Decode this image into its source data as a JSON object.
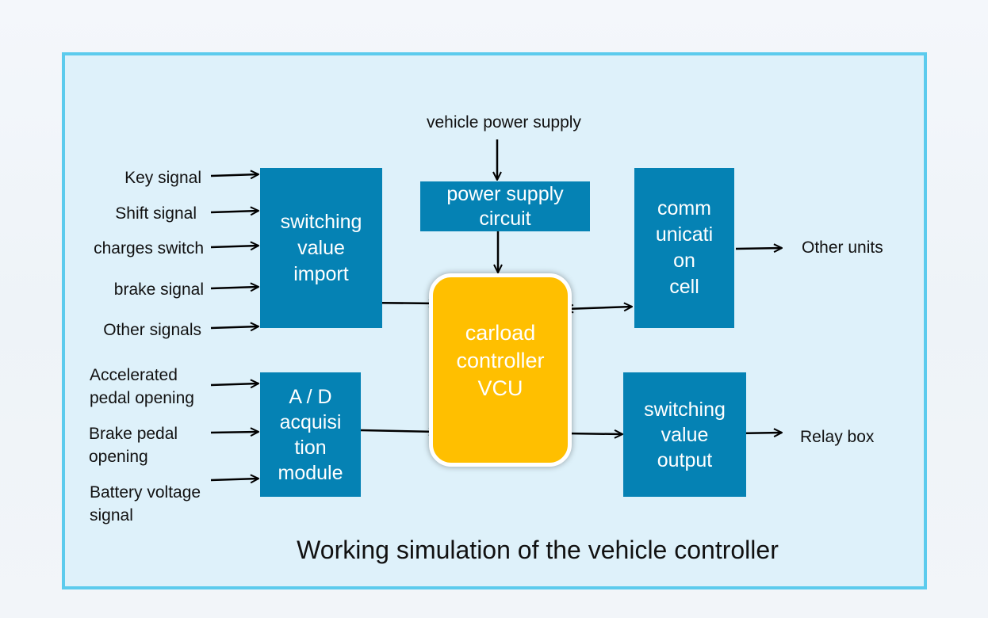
{
  "diagram": {
    "caption": "Working simulation of the vehicle controller",
    "boxes": {
      "switching_import": "switching\nvalue\nimport",
      "power_supply": "power supply\ncircuit",
      "communication": "comm\nunicati\non\ncell",
      "ad_module": "A / D\nacquisi\ntion\nmodule",
      "vcu": "carload\ncontroller\nVCU",
      "switching_output": "switching\nvalue\noutput"
    },
    "labels": {
      "vehicle_power": "vehicle power supply",
      "key_signal": "Key signal",
      "shift_signal": "Shift signal",
      "charges_switch": "charges switch",
      "brake_signal": "brake signal",
      "other_signals": "Other signals",
      "accelerated_pedal": "Accelerated\npedal opening",
      "brake_pedal": "Brake pedal\nopening",
      "battery_voltage": "Battery voltage\nsignal",
      "other_units": "Other units",
      "relay_box": "Relay box"
    },
    "colors": {
      "frame_border": "#5ccbed",
      "frame_fill": "#def1fa",
      "box_fill": "#0582b4",
      "vcu_fill": "#ffbf00",
      "arrow": "#000000"
    }
  }
}
